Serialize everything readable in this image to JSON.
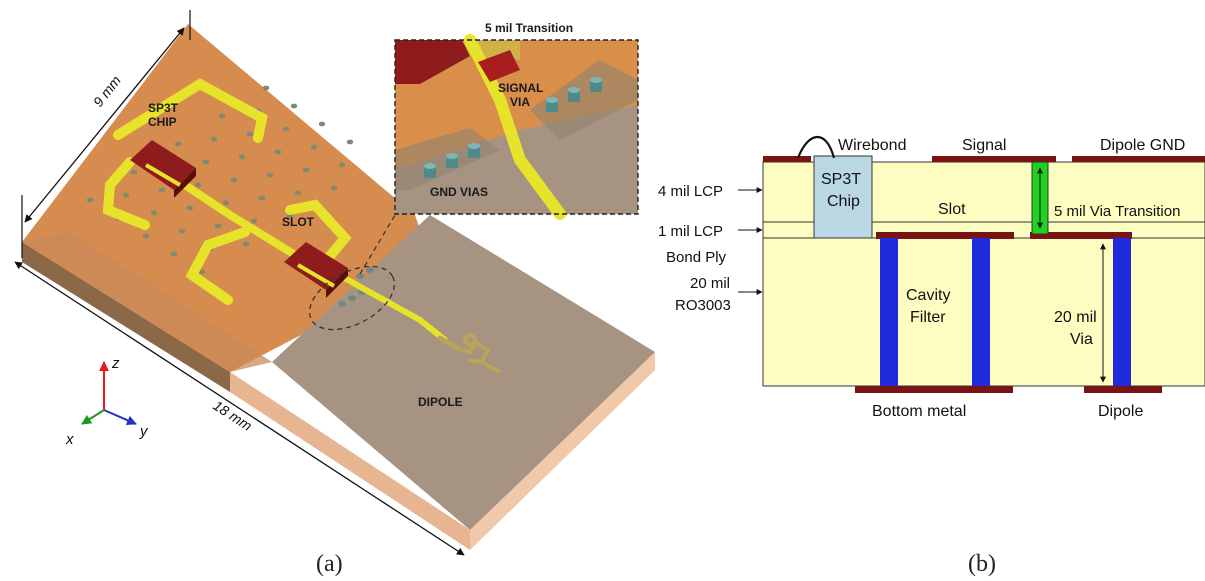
{
  "panel_a": {
    "caption": "(a)",
    "dim_9mm": "9 mm",
    "dim_18mm": "18 mm",
    "label_sp3t_line1": "SP3T",
    "label_sp3t_line2": "CHIP",
    "label_slot": "SLOT",
    "label_dipole": "DIPOLE",
    "inset_title": "5 mil Transition",
    "inset_signal_line1": "SIGNAL",
    "inset_signal_line2": "VIA",
    "inset_gnd_vias": "GND VIAS",
    "axis_z": "z",
    "axis_x": "x",
    "axis_y": "y"
  },
  "panel_b": {
    "caption": "(b)",
    "top_labels": {
      "wirebond": "Wirebond",
      "signal": "Signal",
      "dipole_gnd": "Dipole GND"
    },
    "left_labels": {
      "lcp4": "4 mil LCP",
      "lcp1": "1 mil LCP",
      "bondply": "Bond Ply",
      "ro_line1": "20 mil",
      "ro_line2": "RO3003"
    },
    "chip_line1": "SP3T",
    "chip_line2": "Chip",
    "slot": "Slot",
    "via5": "5 mil Via Transition",
    "cavity_line1": "Cavity",
    "cavity_line2": "Filter",
    "via20_line1": "20 mil",
    "via20_line2": "Via",
    "bottom_metal": "Bottom metal",
    "dipole": "Dipole"
  },
  "colors": {
    "substrate_top": "#d68c4f",
    "substrate_dipole": "#a79381",
    "trace_yellow": "#e6e32a",
    "chip_red": "#8e1c1c",
    "via_gray": "#7f8a72",
    "layer_yellow": "#fdfdc2",
    "metal_dark_red": "#7a1414",
    "via_blue": "#1f2bd9",
    "via_green": "#1fd21f",
    "chip_blue": "#b9d8e4"
  }
}
